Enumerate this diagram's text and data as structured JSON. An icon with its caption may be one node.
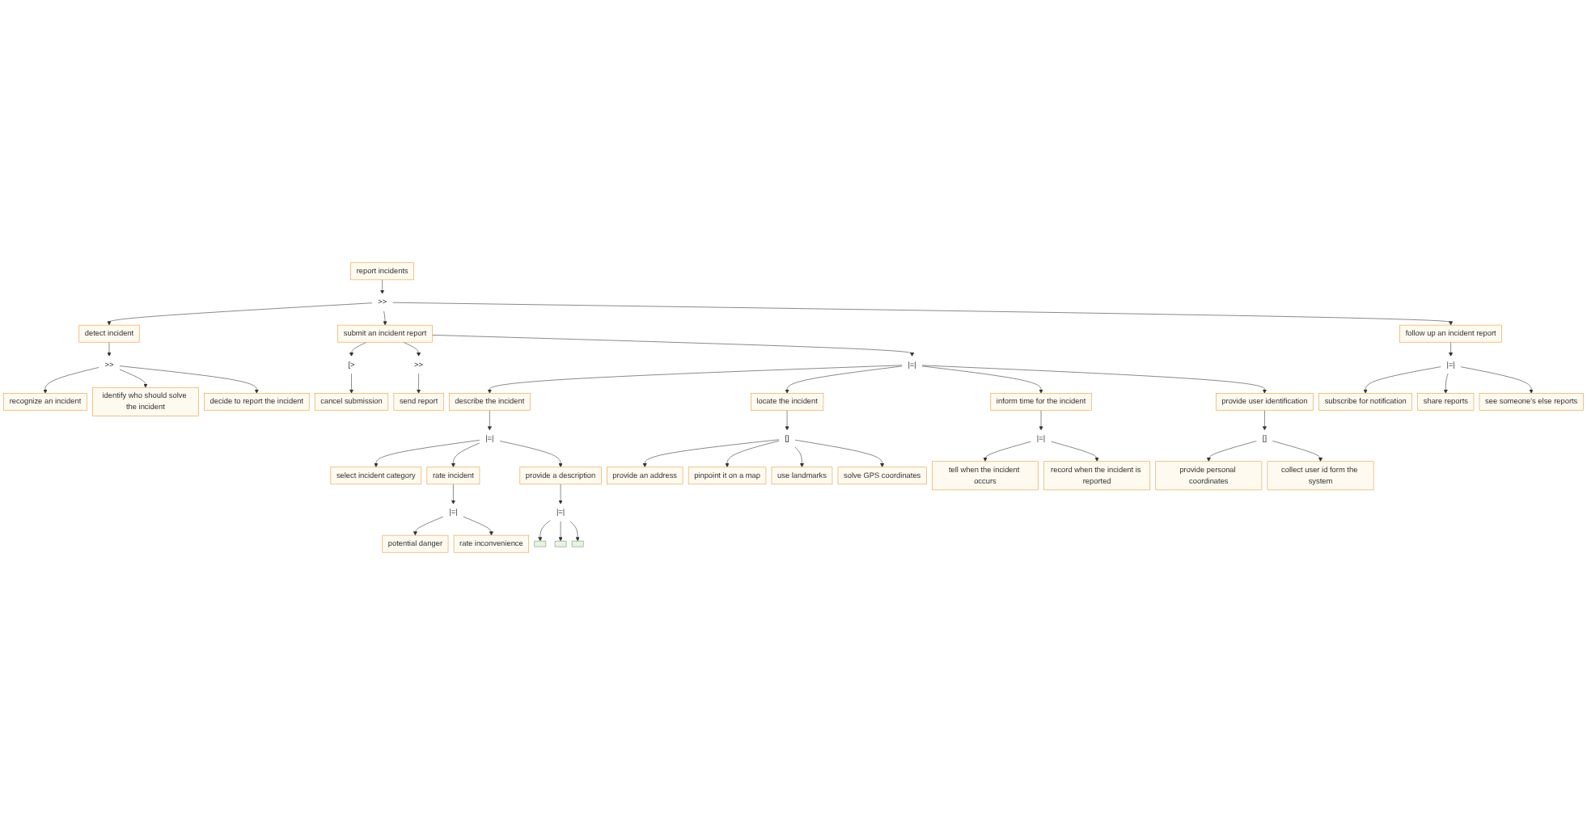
{
  "diagram": {
    "nodes": [
      {
        "text": [
          "report incidents"
        ]
      },
      {
        "text": [
          ">>"
        ]
      },
      {
        "text": [
          "detect incident"
        ]
      },
      {
        "text": [
          "submit an incident report"
        ]
      },
      {
        "text": [
          "follow up an incident report"
        ]
      },
      {
        "text": [
          ">>"
        ]
      },
      {
        "text": [
          "recognize an incident"
        ]
      },
      {
        "text": [
          "identify who should solve the incident"
        ]
      },
      {
        "text": [
          "decide to report the incident"
        ]
      },
      {
        "text": [
          "[>"
        ]
      },
      {
        "text": [
          ">>"
        ]
      },
      {
        "text": [
          "|=|"
        ]
      },
      {
        "text": [
          "cancel submission"
        ]
      },
      {
        "text": [
          "send report"
        ]
      },
      {
        "text": [
          "|=|"
        ]
      },
      {
        "text": [
          "subscribe for notification"
        ]
      },
      {
        "text": [
          "share reports"
        ]
      },
      {
        "text": [
          "see someone's else reports"
        ]
      },
      {
        "text": [
          "describe the incident"
        ]
      },
      {
        "text": [
          "locate the incident"
        ]
      },
      {
        "text": [
          "inform time for the incident"
        ]
      },
      {
        "text": [
          "provide user identification"
        ]
      },
      {
        "text": [
          "|=|"
        ]
      },
      {
        "text": [
          "select incident category"
        ]
      },
      {
        "text": [
          "rate incident"
        ]
      },
      {
        "text": [
          "provide a description"
        ]
      },
      {
        "text": [
          "|=|"
        ]
      },
      {
        "text": [
          "potential danger"
        ]
      },
      {
        "text": [
          "rate inconvenience"
        ]
      },
      {
        "text": [
          "|=|"
        ]
      },
      {
        "text": [],
        "shape": "box"
      },
      {
        "text": [],
        "shape": "box"
      },
      {
        "text": [],
        "shape": "box"
      },
      {
        "text": [
          "[]"
        ]
      },
      {
        "text": [
          "provide an address"
        ]
      },
      {
        "text": [
          "pinpoint it on a map"
        ]
      },
      {
        "text": [
          "use landmarks"
        ]
      },
      {
        "text": [
          "solve GPS coordinates"
        ]
      },
      {
        "text": [
          "|=|"
        ]
      },
      {
        "text": [
          "tell when the incident occurs"
        ]
      },
      {
        "text": [
          "record when the incident is reported"
        ]
      },
      {
        "text": [
          "[]"
        ]
      },
      {
        "text": [
          "provide personal coordinates"
        ]
      },
      {
        "text": [
          "collect user id form the system"
        ]
      }
    ],
    "edges": [
      {
        "from": 0,
        "to": 1,
        "arrow": "to"
      },
      {
        "from": 1,
        "to": 2,
        "arrow": "to"
      },
      {
        "from": 1,
        "to": 3,
        "arrow": "to"
      },
      {
        "from": 1,
        "to": 4,
        "arrow": "to"
      },
      {
        "from": 2,
        "to": 5,
        "arrow": "to"
      },
      {
        "from": 5,
        "to": 6,
        "arrow": "to"
      },
      {
        "from": 5,
        "to": 7,
        "arrow": "to"
      },
      {
        "from": 5,
        "to": 8,
        "arrow": "to"
      },
      {
        "from": 3,
        "to": 9,
        "arrow": "to"
      },
      {
        "from": 9,
        "to": 12,
        "arrow": "to"
      },
      {
        "from": 3,
        "to": 10,
        "arrow": "to"
      },
      {
        "from": 10,
        "to": 13,
        "arrow": "to"
      },
      {
        "from": 3,
        "to": 11,
        "arrow": "to"
      },
      {
        "from": 11,
        "to": 18,
        "arrow": "to"
      },
      {
        "from": 11,
        "to": 19,
        "arrow": "to"
      },
      {
        "from": 11,
        "to": 20,
        "arrow": "to"
      },
      {
        "from": 11,
        "to": 21,
        "arrow": "to"
      },
      {
        "from": 4,
        "to": 14,
        "arrow": "to"
      },
      {
        "from": 14,
        "to": 15,
        "arrow": "to"
      },
      {
        "from": 14,
        "to": 16,
        "arrow": "to"
      },
      {
        "from": 14,
        "to": 17,
        "arrow": "to"
      },
      {
        "from": 18,
        "to": 22,
        "arrow": "to"
      },
      {
        "from": 22,
        "to": 23,
        "arrow": "to"
      },
      {
        "from": 22,
        "to": 24,
        "arrow": "to"
      },
      {
        "from": 22,
        "to": 25,
        "arrow": "to"
      },
      {
        "from": 24,
        "to": 26,
        "arrow": "to"
      },
      {
        "from": 26,
        "to": 27,
        "arrow": "to"
      },
      {
        "from": 26,
        "to": 28,
        "arrow": "to"
      },
      {
        "from": 25,
        "to": 29,
        "arrow": "to"
      },
      {
        "from": 29,
        "to": 30,
        "arrow": "to"
      },
      {
        "from": 29,
        "to": 31,
        "arrow": "to"
      },
      {
        "from": 29,
        "to": 32,
        "arrow": "to"
      },
      {
        "from": 19,
        "to": 33,
        "arrow": "to"
      },
      {
        "from": 33,
        "to": 34,
        "arrow": "to"
      },
      {
        "from": 33,
        "to": 35,
        "arrow": "to"
      },
      {
        "from": 33,
        "to": 36,
        "arrow": "to"
      },
      {
        "from": 33,
        "to": 37,
        "arrow": "to"
      },
      {
        "from": 20,
        "to": 38,
        "arrow": "to"
      },
      {
        "from": 38,
        "to": 39,
        "arrow": "to"
      },
      {
        "from": 38,
        "to": 40,
        "arrow": "to"
      },
      {
        "from": 21,
        "to": 41,
        "arrow": "to"
      },
      {
        "from": 41,
        "to": 42,
        "arrow": "to"
      },
      {
        "from": 41,
        "to": 43,
        "arrow": "to"
      }
    ]
  }
}
